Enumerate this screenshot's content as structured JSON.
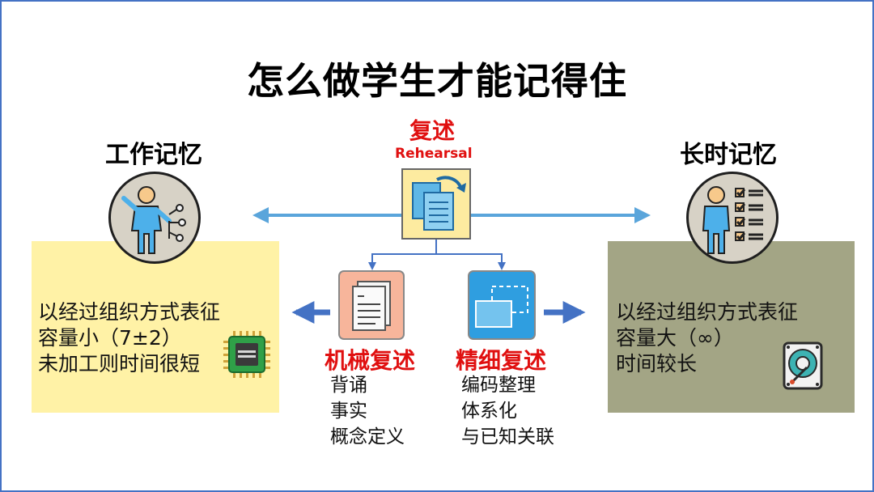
{
  "title": "怎么做学生才能记得住",
  "working_memory": {
    "heading": "工作记忆",
    "lines": [
      "以经过组织方式表征",
      "容量小（7±2）",
      "未加工则时间很短"
    ]
  },
  "long_term_memory": {
    "heading": "长时记忆",
    "lines": [
      "以经过组织方式表征",
      "容量大（∞）",
      "时间较长"
    ]
  },
  "rehearsal": {
    "label": "复述",
    "english": "Rehearsal"
  },
  "mechanical": {
    "label": "机械复述",
    "items": [
      "背诵",
      "事实",
      "概念定义"
    ]
  },
  "elaborative": {
    "label": "精细复述",
    "items": [
      "编码整理",
      "体系化",
      "与已知关联"
    ]
  },
  "colors": {
    "border": "#4472c4",
    "accent_red": "#e01010",
    "working_box": "#fff2a6",
    "longterm_box": "#a3a585",
    "arrow_light": "#5aa5db",
    "arrow_dark": "#4472c4"
  }
}
